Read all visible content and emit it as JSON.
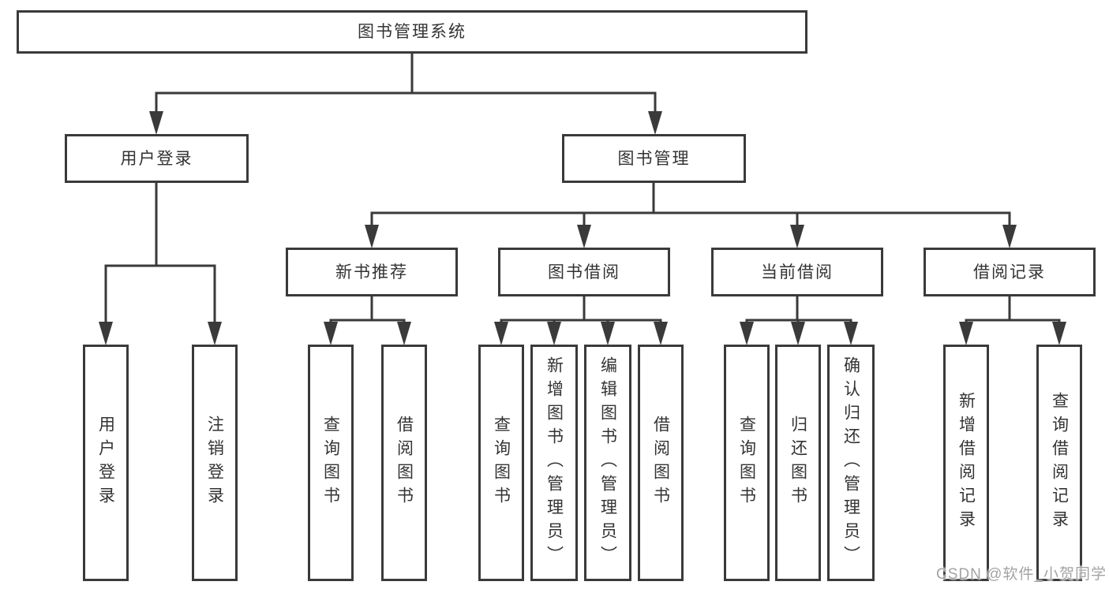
{
  "diagram": {
    "root": {
      "label": "图书管理系统",
      "children": [
        {
          "label": "用户登录",
          "children": [
            {
              "label": "用户登录"
            },
            {
              "label": "注销登录"
            }
          ]
        },
        {
          "label": "图书管理",
          "children": [
            {
              "label": "新书推荐",
              "children": [
                {
                  "label": "查询图书"
                },
                {
                  "label": "借阅图书"
                }
              ]
            },
            {
              "label": "图书借阅",
              "children": [
                {
                  "label": "查询图书"
                },
                {
                  "label": "新增图书（管理员）"
                },
                {
                  "label": "编辑图书（管理员）"
                },
                {
                  "label": "借阅图书"
                }
              ]
            },
            {
              "label": "当前借阅",
              "children": [
                {
                  "label": "查询图书"
                },
                {
                  "label": "归还图书"
                },
                {
                  "label": "确认归还（管理员）"
                }
              ]
            },
            {
              "label": "借阅记录",
              "children": [
                {
                  "label": "新增借阅记录"
                },
                {
                  "label": "查询借阅记录"
                }
              ]
            }
          ]
        }
      ]
    },
    "watermark": "CSDN @软件_小贺同学",
    "colors": {
      "line": "#3a3a3a",
      "text": "#333333",
      "watermark": "#a3a3a3",
      "background": "#ffffff"
    }
  }
}
